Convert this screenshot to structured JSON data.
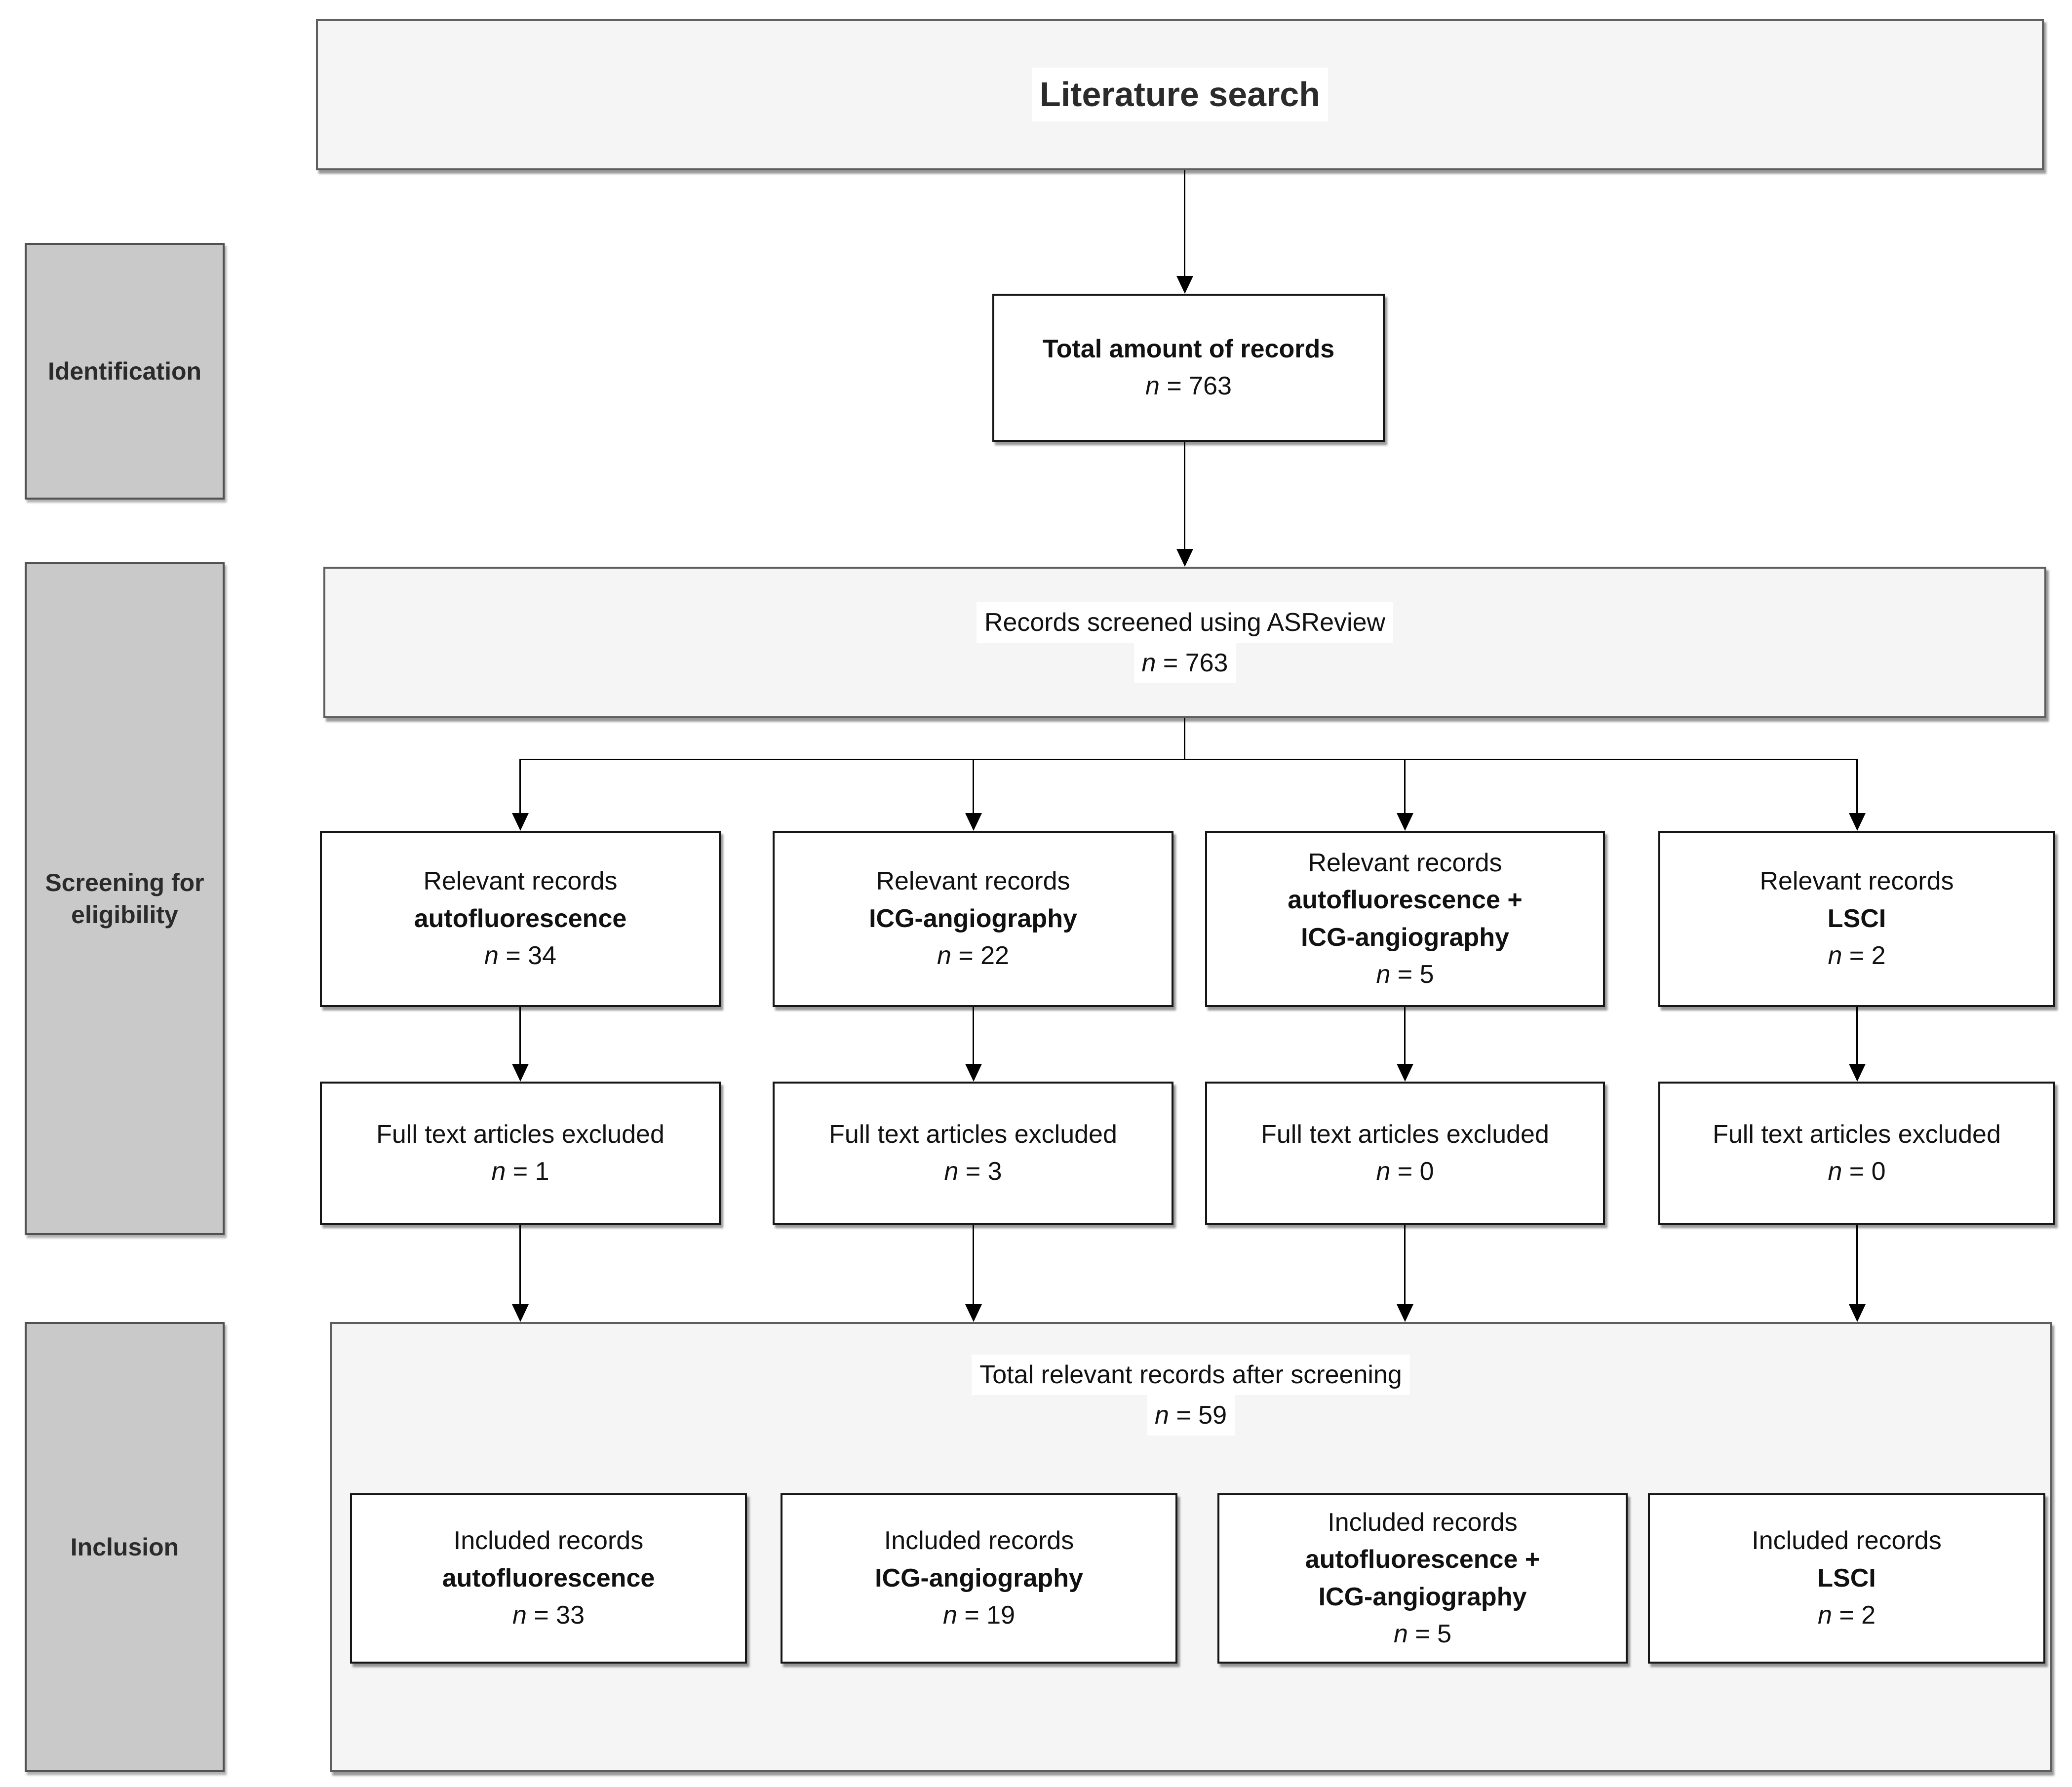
{
  "title": "Literature search",
  "sidebar": {
    "identification": "Identification",
    "screening": "Screening for eligibility",
    "inclusion": "Inclusion"
  },
  "boxes": {
    "total": {
      "title": "Total amount of records",
      "n_italic": "n",
      "n_rest": " = 763"
    },
    "screened": {
      "title": "Records screened using ASReview",
      "n_italic": "n",
      "n_rest": " = 763"
    },
    "after_screening": {
      "title": "Total relevant records after screening",
      "n_italic": "n",
      "n_rest": " = 59"
    }
  },
  "relevant": [
    {
      "line1": "Relevant records",
      "modality": [
        "autofluorescence"
      ],
      "n_italic": "n",
      "n_rest": " = 34"
    },
    {
      "line1": "Relevant records",
      "modality": [
        "ICG-angiography"
      ],
      "n_italic": "n",
      "n_rest": " = 22"
    },
    {
      "line1": "Relevant records",
      "modality": [
        "autofluorescence +",
        "ICG-angiography"
      ],
      "n_italic": "n",
      "n_rest": " = 5"
    },
    {
      "line1": "Relevant records",
      "modality": [
        "LSCI"
      ],
      "n_italic": "n",
      "n_rest": " = 2"
    }
  ],
  "excluded": [
    {
      "line1": "Full text articles excluded",
      "n_italic": "n",
      "n_rest": " = 1"
    },
    {
      "line1": "Full text articles excluded",
      "n_italic": "n",
      "n_rest": " = 3"
    },
    {
      "line1": "Full text articles excluded",
      "n_italic": "n",
      "n_rest": " = 0"
    },
    {
      "line1": "Full text articles excluded",
      "n_italic": "n",
      "n_rest": " = 0"
    }
  ],
  "included": [
    {
      "line1": "Included records",
      "modality": [
        "autofluorescence"
      ],
      "n_italic": "n",
      "n_rest": " = 33"
    },
    {
      "line1": "Included records",
      "modality": [
        "ICG-angiography"
      ],
      "n_italic": "n",
      "n_rest": " = 19"
    },
    {
      "line1": "Included records",
      "modality": [
        "autofluorescence +",
        "ICG-angiography"
      ],
      "n_italic": "n",
      "n_rest": " = 5"
    },
    {
      "line1": "Included records",
      "modality": [
        "LSCI"
      ],
      "n_italic": "n",
      "n_rest": " = 2"
    }
  ],
  "colors": {
    "light_fill": "#f5f5f5",
    "sidebar_fill": "#c9c9c9",
    "white_fill": "#ffffff",
    "border_dark": "#161616",
    "border_gray": "#5e5e5e",
    "arrow": "#000000"
  }
}
